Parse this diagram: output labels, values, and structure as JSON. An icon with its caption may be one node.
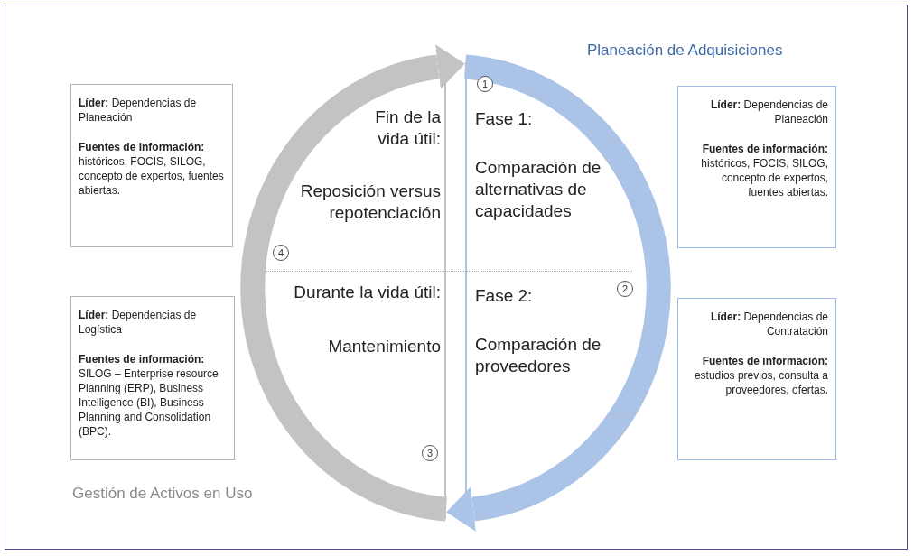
{
  "diagram": {
    "nodes": [
      {
        "text": [],
        "shape": "box"
      },
      {
        "text": [
          "Fin de la vida útil:",
          "Reposición versus repotenciación"
        ],
        "in": 0
      },
      {
        "text": [
          "4"
        ],
        "in": 0
      },
      {
        "text": [
          "Durante la vida útil:",
          "Mantenimiento"
        ],
        "in": 0
      },
      {
        "text": [
          "3"
        ],
        "in": 0
      },
      {
        "text": [],
        "shape": "box"
      },
      {
        "text": [
          "1"
        ],
        "in": 5
      },
      {
        "text": [
          "Fase 1:",
          "Comparación de alternativas de capacidades"
        ],
        "in": 5
      },
      {
        "text": [
          "2"
        ],
        "in": 5
      },
      {
        "text": [
          "Fase 2:",
          "Comparación de proveedores"
        ],
        "in": 5
      },
      {
        "text": [
          "**Líder:** Dependencias de Planeación",
          "**Fuentes de información:** históricos, FOCIS, SILOG, concepto de expertos, fuentes abiertas."
        ]
      },
      {
        "text": [
          "**Líder:** Dependencias de Logística",
          "**Fuentes de información:** SILOG – Enterprise resource Planning (ERP), Business Intelligence (BI), Business Planning and Consolidation (BPC)."
        ]
      },
      {
        "text": [
          "**Líder:** Dependencias de Planeación",
          "**Fuentes de información:** históricos, FOCIS, SILOG, concepto de expertos, fuentes abiertas."
        ]
      },
      {
        "text": [
          "**Líder:** Dependencias de Contratación",
          "**Fuentes de información:** estudios previos, consulta a proveedores, ofertas."
        ]
      }
    ],
    "edges": [
      {
        "from": 0,
        "to": 5,
        "arrow": "to",
        "color": "#c3c3c3"
      },
      {
        "from": 5,
        "to": 0,
        "arrow": "to",
        "color": "#aac3e6"
      }
    ],
    "labels": [
      "Planeación de Adquisiciones",
      "Gestión de Activos en Uso"
    ]
  }
}
